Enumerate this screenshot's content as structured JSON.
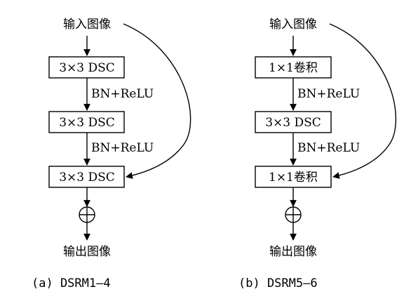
{
  "panel_a": {
    "input_label": "输入图像",
    "block1": "3×3 DSC",
    "act1": "BN+ReLU",
    "block2": "3×3 DSC",
    "act2": "BN+ReLU",
    "block3": "3×3 DSC",
    "output_label": "输出图像",
    "caption": "(a) DSRM1—4"
  },
  "panel_b": {
    "input_label": "输入图像",
    "block1": "1×1卷积",
    "act1": "BN+ReLU",
    "block2": "3×3 DSC",
    "act2": "BN+ReLU",
    "block3": "1×1卷积",
    "output_label": "输出图像",
    "caption": "(b) DSRM5—6"
  }
}
